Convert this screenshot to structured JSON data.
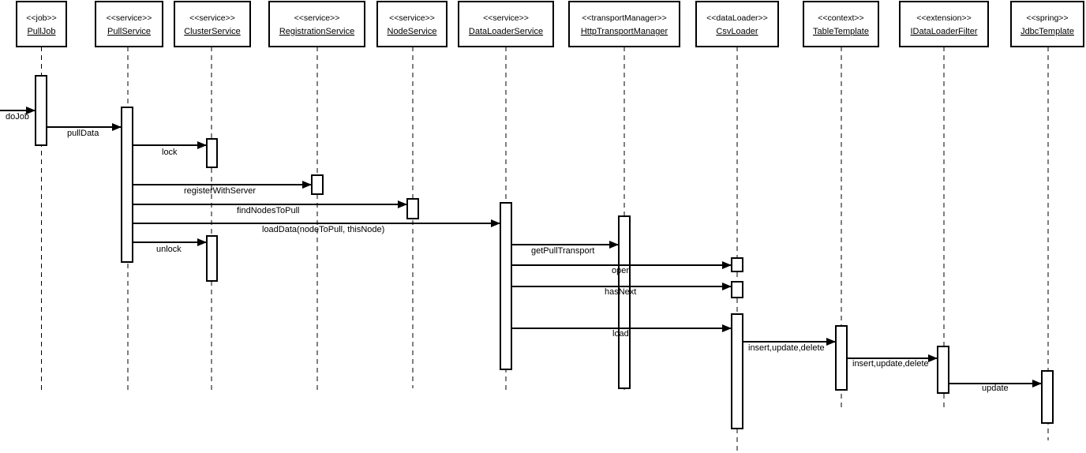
{
  "lifelines": [
    {
      "id": "pulljob",
      "stereotype": "<<job>>",
      "name": "PullJob"
    },
    {
      "id": "pullservice",
      "stereotype": "<<service>>",
      "name": "PullService"
    },
    {
      "id": "clusterservice",
      "stereotype": "<<service>>",
      "name": "ClusterService"
    },
    {
      "id": "registration",
      "stereotype": "<<service>>",
      "name": "RegistrationService"
    },
    {
      "id": "nodeservice",
      "stereotype": "<<service>>",
      "name": "NodeService"
    },
    {
      "id": "dataloadersvc",
      "stereotype": "<<service>>",
      "name": "DataLoaderService"
    },
    {
      "id": "httptransport",
      "stereotype": "<<transportManager>>",
      "name": "HttpTransportManager"
    },
    {
      "id": "csvloader",
      "stereotype": "<<dataLoader>>",
      "name": "CsvLoader"
    },
    {
      "id": "tabletemplate",
      "stereotype": "<<context>>",
      "name": "TableTemplate"
    },
    {
      "id": "idataloader",
      "stereotype": "<<extension>>",
      "name": "IDataLoaderFilter"
    },
    {
      "id": "jdbctemplate",
      "stereotype": "<<spring>>",
      "name": "JdbcTemplate"
    }
  ],
  "messages": [
    {
      "id": "dojob",
      "from": "external",
      "to": "pulljob",
      "label": "doJob"
    },
    {
      "id": "pulldata",
      "from": "pulljob",
      "to": "pullservice",
      "label": "pullData"
    },
    {
      "id": "lock",
      "from": "pullservice",
      "to": "clusterservice",
      "label": "lock"
    },
    {
      "id": "register",
      "from": "pullservice",
      "to": "registration",
      "label": "registerWithServer"
    },
    {
      "id": "findnodes",
      "from": "pullservice",
      "to": "nodeservice",
      "label": "findNodesToPull"
    },
    {
      "id": "loaddata",
      "from": "pullservice",
      "to": "dataloadersvc",
      "label": "loadData(nodeToPull, thisNode)"
    },
    {
      "id": "unlock",
      "from": "pullservice",
      "to": "clusterservice",
      "label": "unlock"
    },
    {
      "id": "getpull",
      "from": "dataloadersvc",
      "to": "httptransport",
      "label": "getPullTransport"
    },
    {
      "id": "open",
      "from": "dataloadersvc",
      "to": "csvloader",
      "label": "open"
    },
    {
      "id": "hasnext",
      "from": "dataloadersvc",
      "to": "csvloader",
      "label": "hasNext"
    },
    {
      "id": "load",
      "from": "dataloadersvc",
      "to": "csvloader",
      "label": "load"
    },
    {
      "id": "iud1",
      "from": "csvloader",
      "to": "tabletemplate",
      "label": "insert,update,delete"
    },
    {
      "id": "iud2",
      "from": "tabletemplate",
      "to": "idataloader",
      "label": "insert,update,delete"
    },
    {
      "id": "update",
      "from": "idataloader",
      "to": "jdbctemplate",
      "label": "update"
    }
  ]
}
